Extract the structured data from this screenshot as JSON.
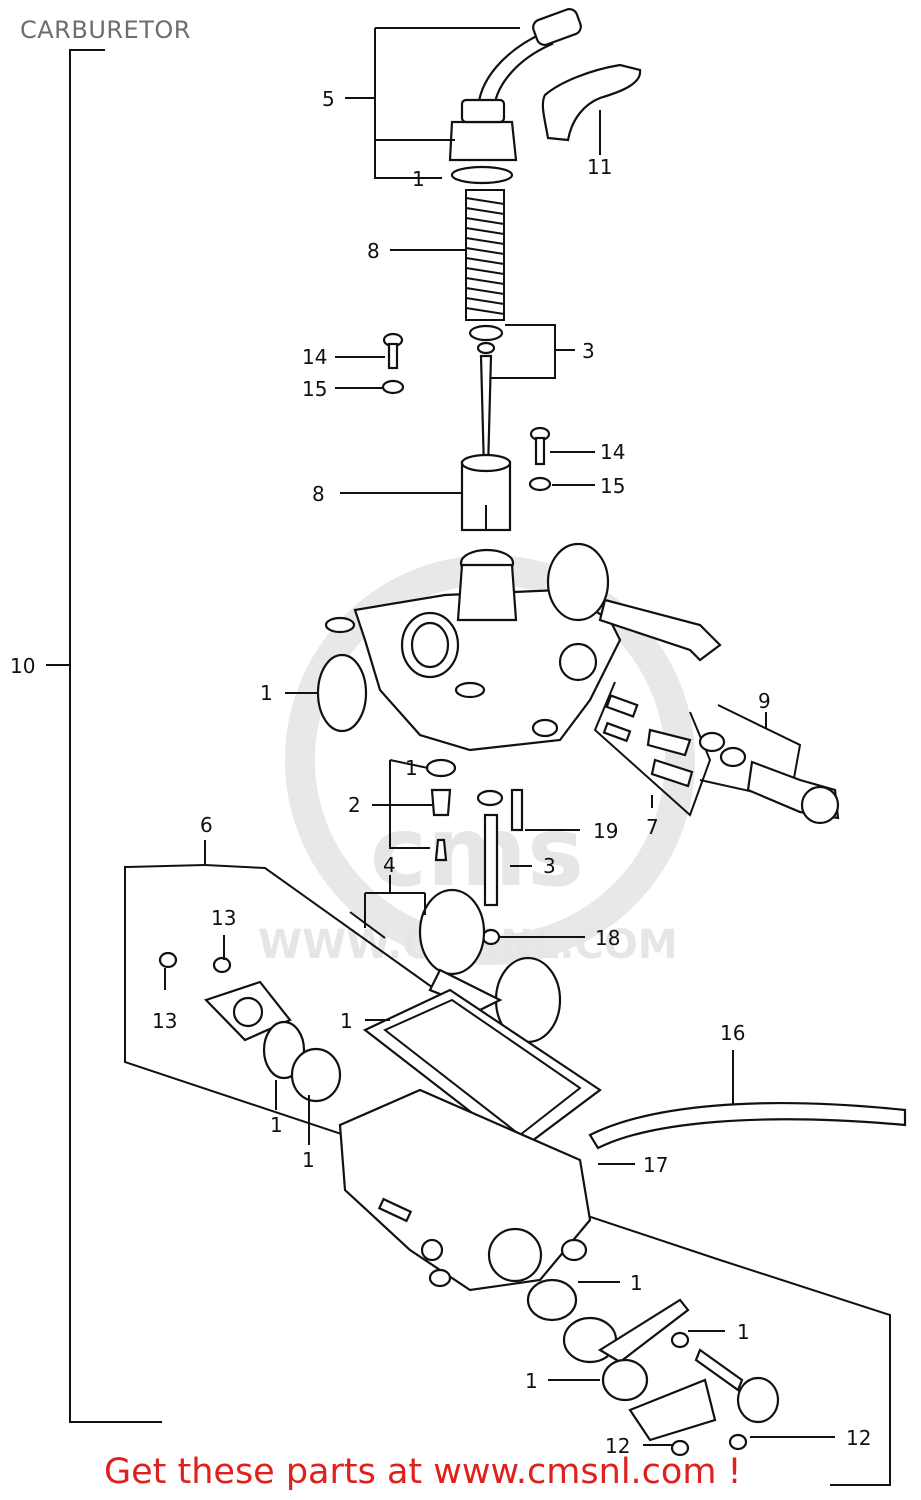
{
  "title": "CARBURETOR",
  "footer": "Get these parts at www.cmsnl.com !",
  "watermark": {
    "brand": "cms",
    "url": "WWW.CMSNL.COM"
  },
  "callouts": {
    "c5": "5",
    "c1a": "1",
    "c11": "11",
    "c8a": "8",
    "c14a": "14",
    "c15a": "15",
    "c3a": "3",
    "c14b": "14",
    "c15b": "15",
    "c8b": "8",
    "c10": "10",
    "c1b": "1",
    "c9": "9",
    "c1c": "1",
    "c2": "2",
    "c19": "19",
    "c7": "7",
    "c6": "6",
    "c3b": "3",
    "c4": "4",
    "c13a": "13",
    "c13b": "13",
    "c18": "18",
    "c1d": "1",
    "c16": "16",
    "c1e": "1",
    "c1f": "1",
    "c17": "17",
    "c1g": "1",
    "c1h": "1",
    "c1i": "1",
    "c12a": "12",
    "c12b": "12"
  }
}
